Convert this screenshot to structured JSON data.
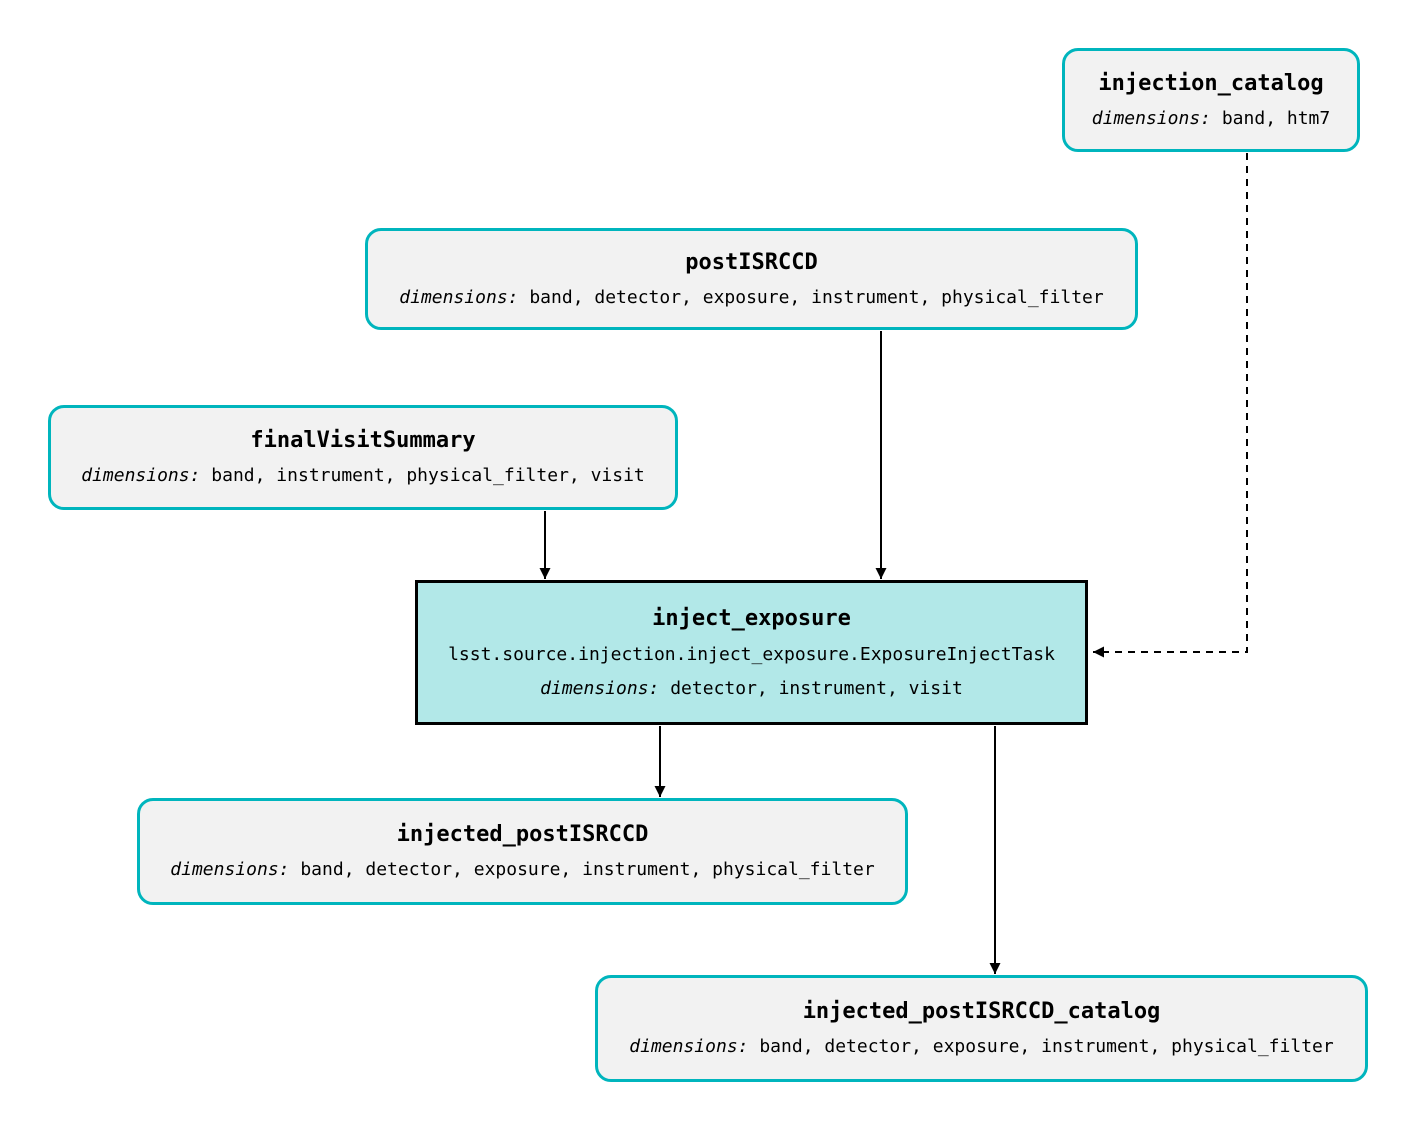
{
  "diagram": {
    "nodes": {
      "injection_catalog": {
        "title": "injection_catalog",
        "dims_label": "dimensions:",
        "dims": "band, htm7"
      },
      "postISRCCD": {
        "title": "postISRCCD",
        "dims_label": "dimensions:",
        "dims": "band, detector, exposure, instrument, physical_filter"
      },
      "finalVisitSummary": {
        "title": "finalVisitSummary",
        "dims_label": "dimensions:",
        "dims": "band, instrument, physical_filter, visit"
      },
      "inject_exposure": {
        "title": "inject_exposure",
        "task_class": "lsst.source.injection.inject_exposure.ExposureInjectTask",
        "dims_label": "dimensions:",
        "dims": "detector, instrument, visit"
      },
      "injected_postISRCCD": {
        "title": "injected_postISRCCD",
        "dims_label": "dimensions:",
        "dims": "band, detector, exposure, instrument, physical_filter"
      },
      "injected_postISRCCD_catalog": {
        "title": "injected_postISRCCD_catalog",
        "dims_label": "dimensions:",
        "dims": "band, detector, exposure, instrument, physical_filter"
      }
    },
    "colors": {
      "dataset_fill": "#f2f2f2",
      "dataset_border": "#00b5bd",
      "task_fill": "#b2e8e8",
      "task_border": "#000000",
      "edge": "#000000"
    }
  }
}
